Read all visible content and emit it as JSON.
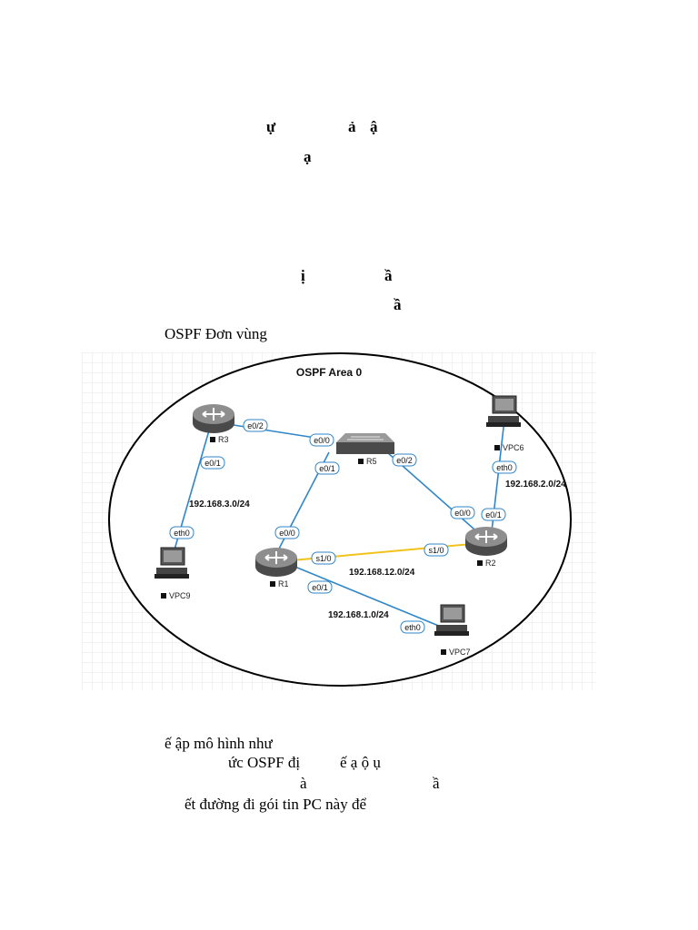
{
  "text_fragments": {
    "f1": "ự",
    "f2": "ả",
    "f3": "ậ",
    "f4": "ạ",
    "f5": "ị",
    "f6": "ầ",
    "f7": "ầ"
  },
  "section_heading": "OSPF Đơn vùng",
  "figure": {
    "area_title": "OSPF Area 0",
    "devices": {
      "R1": "R1",
      "R2": "R2",
      "R3": "R3",
      "R5": "R5",
      "VPC6": "VPC6",
      "VPC7": "VPC7",
      "VPC9": "VPC9"
    },
    "ports": {
      "r3_e02": "e0/2",
      "r5_e00": "e0/0",
      "r5_e01": "e0/1",
      "r5_e02": "e0/2",
      "r3_e01": "e0/1",
      "vpc9_eth0": "eth0",
      "r1_e00": "e0/0",
      "r1_s10": "s1/0",
      "r2_s10": "s1/0",
      "r2_e00": "e0/0",
      "r2_e01": "e0/1",
      "vpc6_eth0": "eth0",
      "r1_e01": "e0/1",
      "vpc7_eth0": "eth0"
    },
    "networks": {
      "n3": "192.168.3.0/24",
      "n2": "192.168.2.0/24",
      "n12": "192.168.12.0/24",
      "n1": "192.168.1.0/24"
    }
  },
  "bottom_lines": {
    "l1": "ế   ập mô hình như",
    "l2": "ức OSPF đị",
    "l2b": "ế      ạ       ộ   ụ",
    "l3a": "à",
    "l3b": "ầ",
    "l4": "ết đường đi gói tin PC này để"
  },
  "colors": {
    "serial_link": "#f2c21b",
    "ethernet_link": "#2f86c8",
    "port_border": "#2f86c8"
  }
}
